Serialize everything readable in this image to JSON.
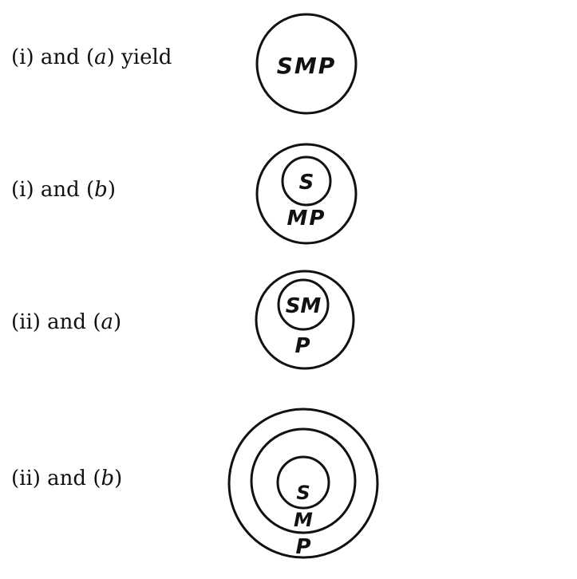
{
  "rows": [
    {
      "label": {
        "pre": "(i) and (",
        "var": "a",
        "post": ") yield"
      },
      "regions": [
        {
          "label": "SMP"
        }
      ]
    },
    {
      "label": {
        "pre": "(i) and (",
        "var": "b",
        "post": ")"
      },
      "regions": [
        {
          "label": "MP"
        },
        {
          "label": "S"
        }
      ]
    },
    {
      "label": {
        "pre": "(ii) and (",
        "var": "a",
        "post": ")"
      },
      "regions": [
        {
          "label": "P"
        },
        {
          "label": "SM"
        }
      ]
    },
    {
      "label": {
        "pre": "(ii) and (",
        "var": "b",
        "post": ")"
      },
      "regions": [
        {
          "label": "P"
        },
        {
          "label": "M"
        },
        {
          "label": "S"
        }
      ]
    }
  ]
}
